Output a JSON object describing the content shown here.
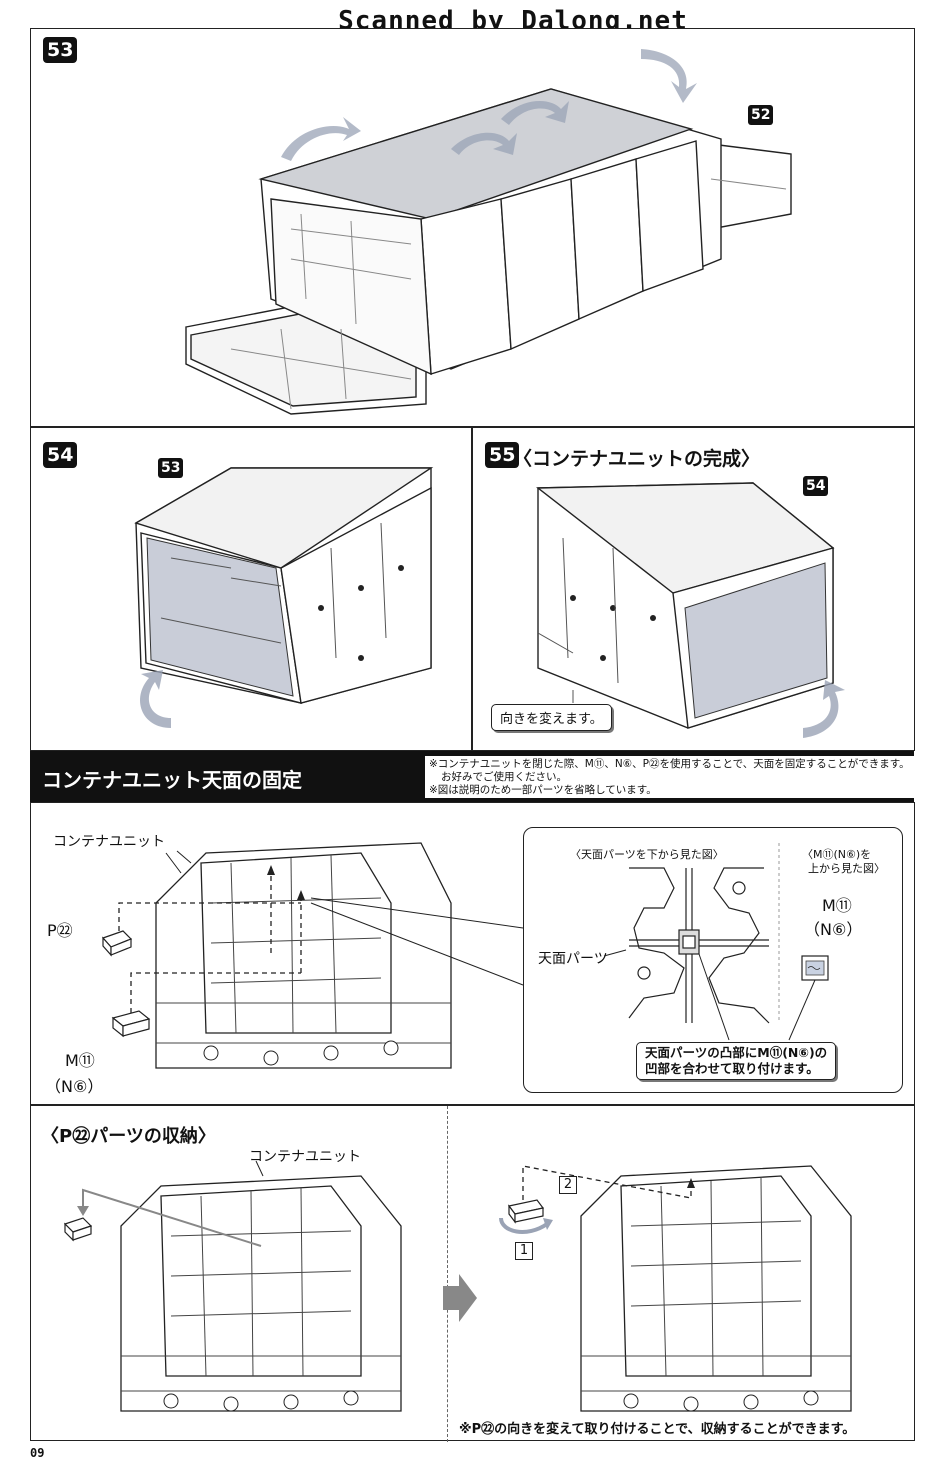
{
  "watermark": "Scanned by Dalong.net",
  "step53": {
    "number": "53",
    "callout": "52"
  },
  "step54": {
    "number": "54",
    "callout": "53"
  },
  "step55": {
    "number": "55",
    "title": "〈コンテナユニットの完成〉",
    "callout": "54",
    "note": "向きを変えます。"
  },
  "fixing": {
    "title": "コンテナユニット天面の固定",
    "notes": [
      "※コンテナユニットを閉じた際、M⑪、N⑥、P㉒を使用することで、天面を固定することができます。",
      "お好みでご使用ください。",
      "※図は説明のため一部パーツを省略しています。"
    ],
    "container_label": "コンテナユニット",
    "part_p": "P㉒",
    "part_m": "M⑪",
    "part_n": "（N⑥）",
    "bottom_view_caption": "〈天面パーツを下から見た図〉",
    "top_view_caption_line1": "〈M⑪(N⑥)を",
    "top_view_caption_line2": "上から見た図〉",
    "top_panel_label": "天面パーツ",
    "instruction_line1": "天面パーツの凸部にM⑪(N⑥)の",
    "instruction_line2": "凹部を合わせて取り付けます。",
    "inset_m": "M⑪",
    "inset_n": "（N⑥）"
  },
  "storage": {
    "title": "〈P㉒パーツの収納〉",
    "container_label": "コンテナユニット",
    "step1": "1",
    "step2": "2",
    "note": "※P㉒の向きを変えて取り付けることで、収納することができます。"
  },
  "page_number": "09"
}
